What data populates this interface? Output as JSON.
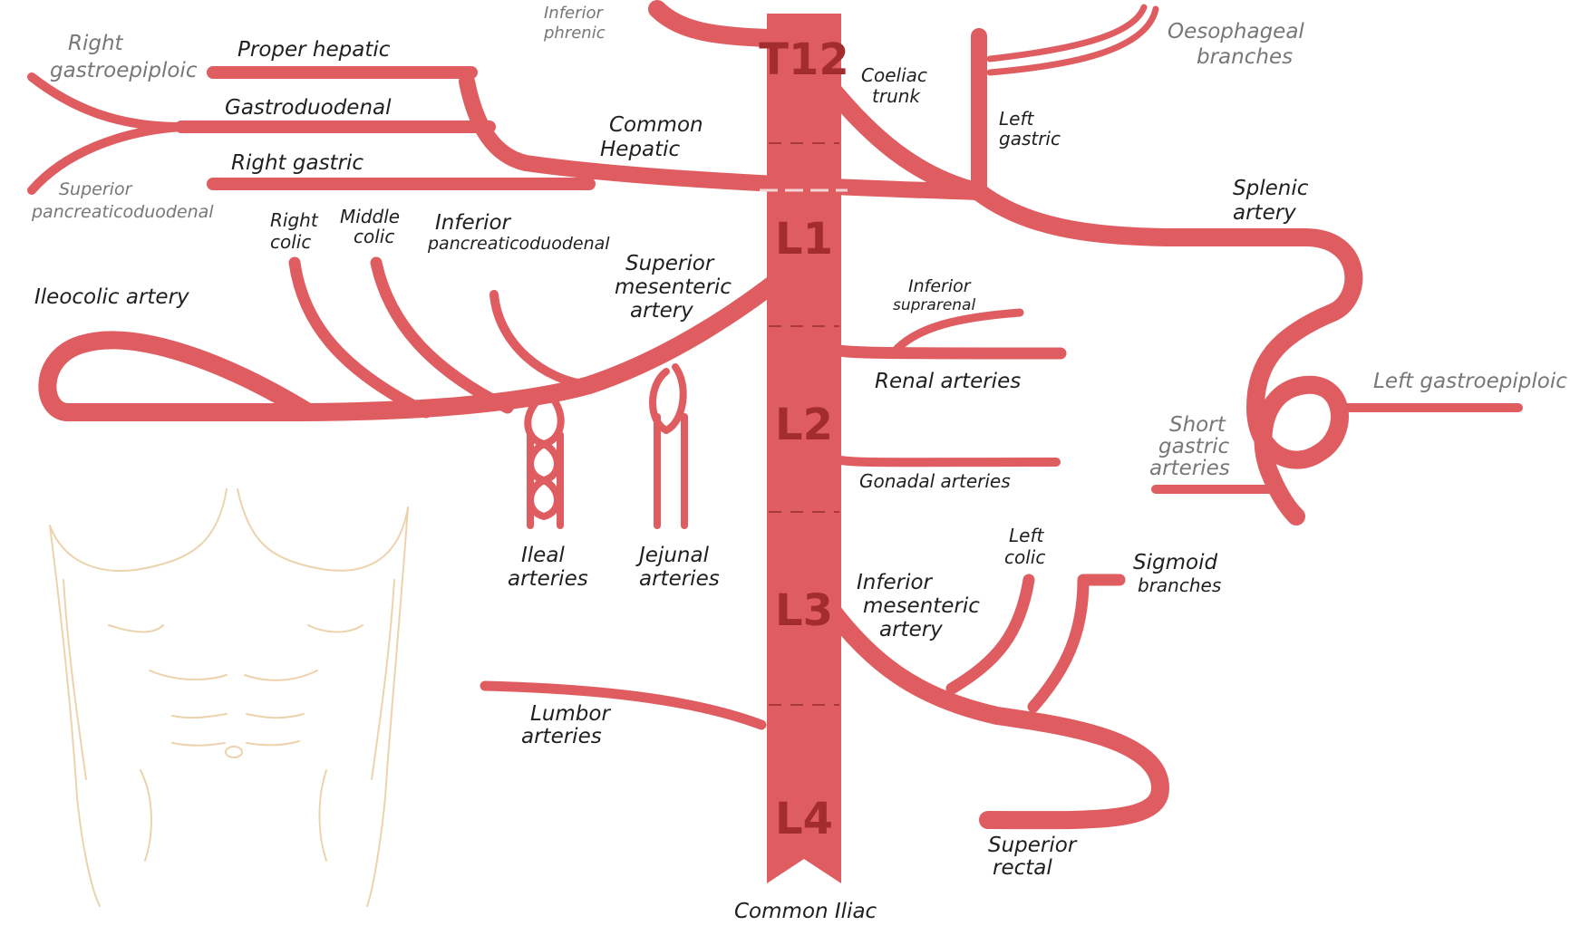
{
  "colors": {
    "artery": "#df5d60",
    "artery_edge": "#c84a4d",
    "vertebra_text": "#a32c2e",
    "divider": "#a83a3c",
    "label_dark": "#1f1f1f",
    "label_grey": "#777777",
    "torso_outline": "#ecd3ad"
  },
  "vertebrae": [
    "T12",
    "L1",
    "L2",
    "L3",
    "L4"
  ],
  "labels": {
    "inferior_phrenic": [
      "Inferior",
      "phrenic"
    ],
    "oesophageal_branches": [
      "Oesophageal",
      "branches"
    ],
    "right_gastroepiploic": [
      "Right",
      "gastroepiploic"
    ],
    "proper_hepatic": "Proper hepatic",
    "gastroduodenal": "Gastroduodenal",
    "right_gastric": "Right gastric",
    "common_hepatic": [
      "Common",
      "Hepatic"
    ],
    "coeliac_trunk": [
      "Coeliac",
      "trunk"
    ],
    "left_gastric": [
      "Left",
      "gastric"
    ],
    "superior_pancreaticoduodenal": [
      "Superior",
      "pancreaticoduodenal"
    ],
    "splenic_artery": [
      "Splenic",
      "artery"
    ],
    "right_colic": [
      "Right",
      "colic"
    ],
    "middle_colic": [
      "Middle",
      "colic"
    ],
    "inferior_pancreaticoduodenal": [
      "Inferior",
      "pancreaticoduodenal"
    ],
    "superior_mesenteric_artery": [
      "Superior",
      "mesenteric",
      "artery"
    ],
    "ileocolic_artery": "Ileocolic artery",
    "inferior_suprarenal": [
      "Inferior",
      "suprarenal"
    ],
    "renal_arteries": "Renal arteries",
    "left_gastroepiploic": "Left gastroepiploic",
    "short_gastric_arteries": [
      "Short",
      "gastric",
      "arteries"
    ],
    "gonadal_arteries": "Gonadal arteries",
    "ileal_arteries": [
      "Ileal",
      "arteries"
    ],
    "jejunal_arteries": [
      "Jejunal",
      "arteries"
    ],
    "left_colic": [
      "Left",
      "colic"
    ],
    "sigmoid_branches": [
      "Sigmoid",
      "branches"
    ],
    "inferior_mesenteric_artery": [
      "Inferior",
      "mesenteric",
      "artery"
    ],
    "lumbar_arteries": [
      "Lumbor",
      "arteries"
    ],
    "superior_rectal": [
      "Superior",
      "rectal"
    ],
    "common_iliac": "Common Iliac"
  }
}
